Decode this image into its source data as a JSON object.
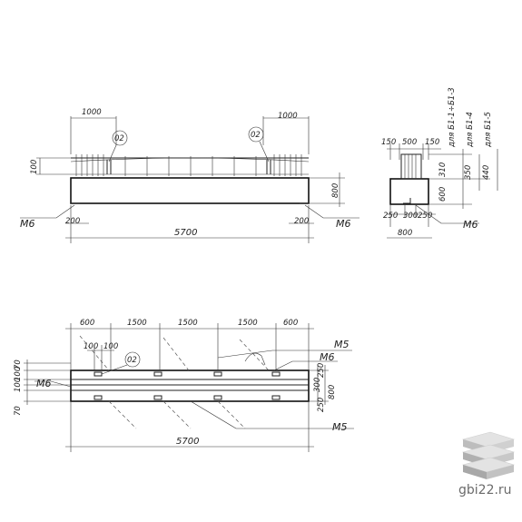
{
  "top_view": {
    "dim_left_1000": "1000",
    "dim_right_1000": "1000",
    "mark_02_left": "02",
    "mark_02_right": "02",
    "dim_100": "100",
    "dim_800": "800",
    "dim_200_left": "200",
    "dim_200_right": "200",
    "dim_5700": "5700",
    "label_m6_left": "M6",
    "label_m6_right": "M6"
  },
  "section_view": {
    "dim_150_left": "150",
    "dim_500": "500",
    "dim_150_right": "150",
    "dim_310": "310",
    "dim_600": "600",
    "dim_350": "350",
    "dim_440": "440",
    "dim_250_left": "250",
    "dim_300": "300",
    "dim_250_right": "250",
    "dim_800": "800",
    "label_m6": "M6",
    "note_b1_1_b1_3": "для Б1-1÷Б1-3",
    "note_b1_4": "для Б1-4",
    "note_b1_5": "для Б1-5"
  },
  "plan_view": {
    "dim_600_left": "600",
    "dim_1500_a": "1500",
    "dim_1500_b": "1500",
    "dim_1500_c": "1500",
    "dim_600_right": "600",
    "dim_100_a": "100",
    "dim_100_b": "100",
    "mark_02": "02",
    "label_m5_top": "M5",
    "label_m6_top": "M6",
    "label_m6_left": "M6",
    "label_m5_bottom": "M5",
    "dim_70_top": "70",
    "dim_100_l1": "100",
    "dim_100_l2": "100",
    "dim_70_bottom": "70",
    "dim_250_top": "250",
    "dim_300": "300",
    "dim_800": "800",
    "dim_250_bottom": "250",
    "dim_5700": "5700"
  },
  "watermark": {
    "site": "gbi22.ru",
    "logo_icon": "stacked-slabs-icon"
  }
}
